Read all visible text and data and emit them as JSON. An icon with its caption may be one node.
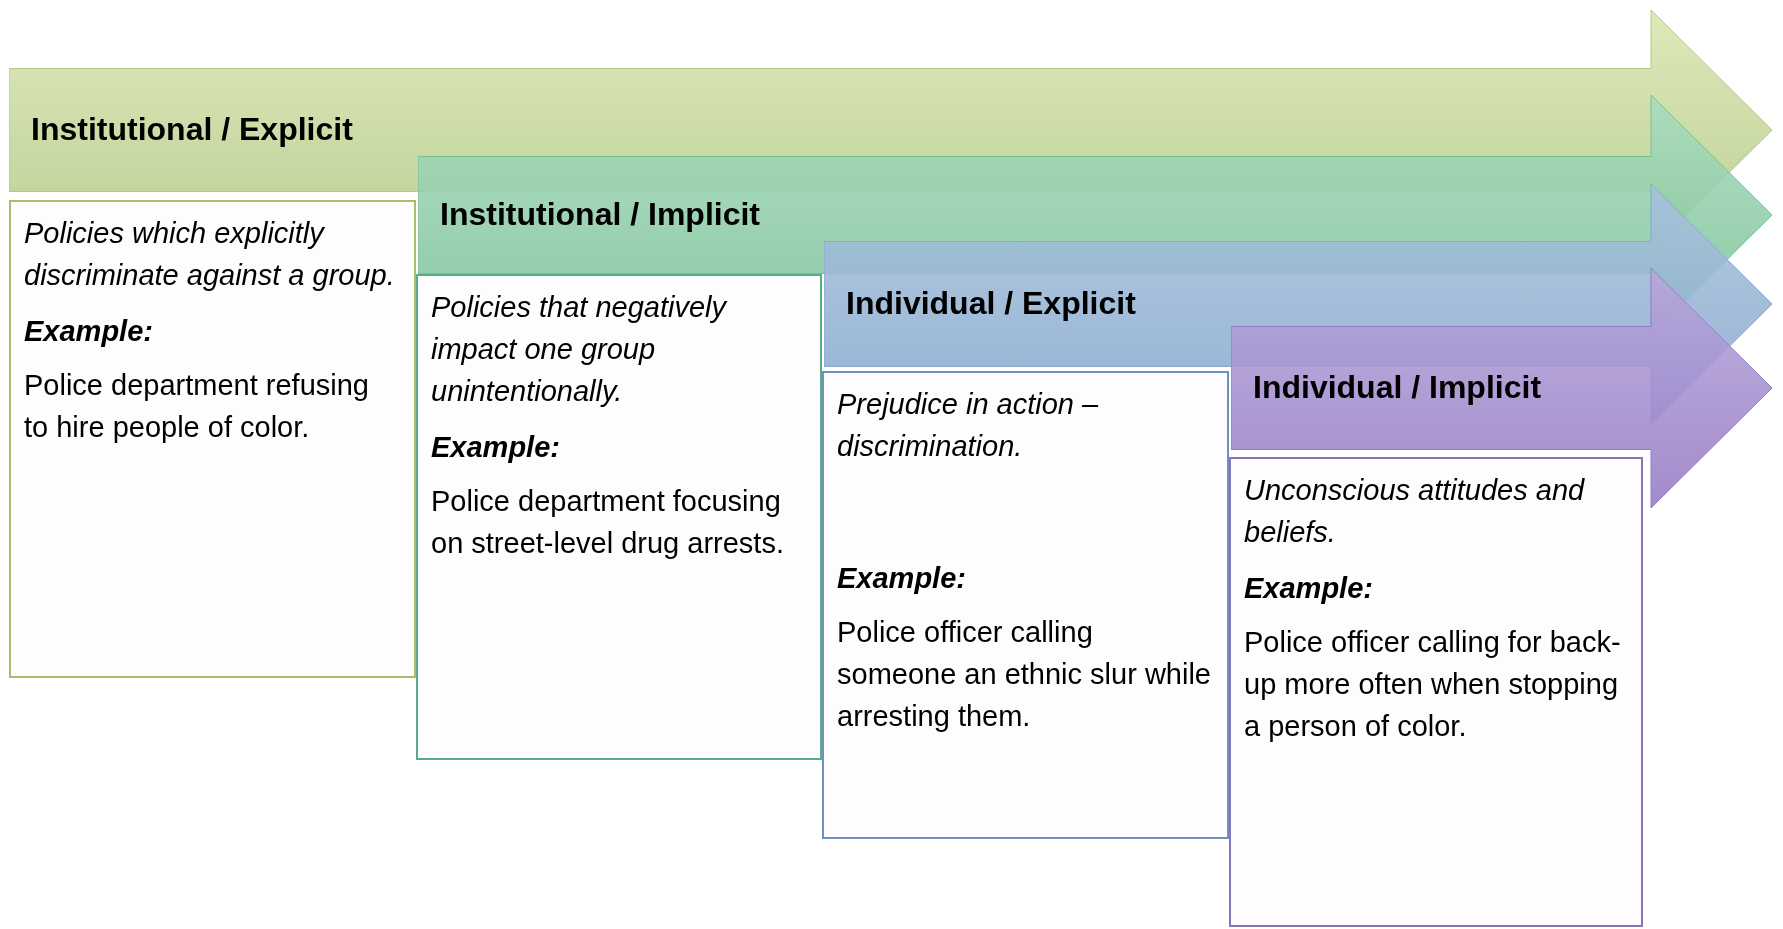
{
  "diagram": {
    "nodes": [
      {
        "text": [
          "Institutional / Explicit"
        ]
      },
      {
        "text": [
          "Policies which explicitly discriminate against a group.",
          "Example:",
          "Police department refusing to hire people of color."
        ]
      },
      {
        "text": [
          "Institutional / Implicit"
        ]
      },
      {
        "text": [
          "Policies that negatively impact one group unintentionally.",
          "Example:",
          "Police department focusing on street-level drug arrests."
        ]
      },
      {
        "text": [
          "Individual / Explicit"
        ]
      },
      {
        "text": [
          "Prejudice in action – discrimination.",
          "Example:",
          "Police officer calling someone an ethnic slur while arresting them."
        ]
      },
      {
        "text": [
          "Individual / Implicit"
        ]
      },
      {
        "text": [
          "Unconscious attitudes and beliefs.",
          "Example:",
          "Police officer calling for back-up more often when stopping a person of color."
        ]
      }
    ]
  }
}
